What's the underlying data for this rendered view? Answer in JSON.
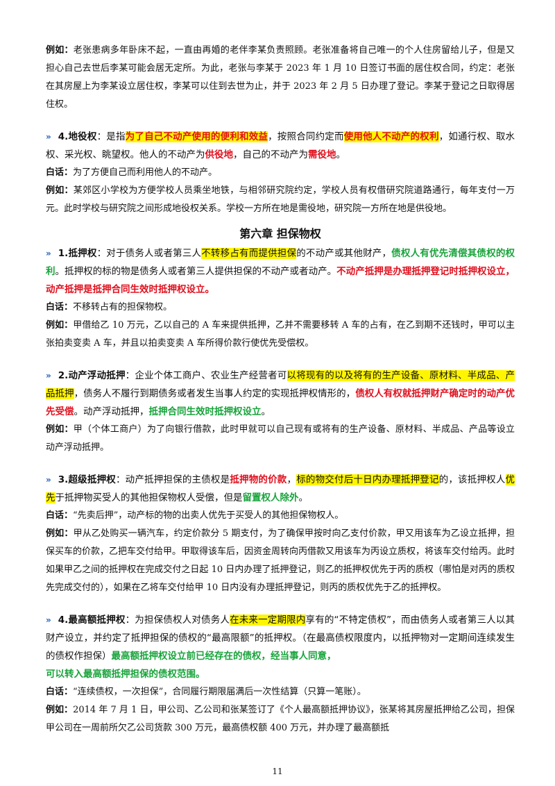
{
  "ex_label": "例如：",
  "bai_label": "白话：",
  "arrow": "»",
  "top_example": "老张患病多年卧床不起，一直由再婚的老伴李某负责照顾。老张准备将自己唯一的个人住房留给儿子，但是又担心自己去世后李某可能会居无定所。为此，老张与李某于 2023 年 1 月 10 日签订书面的居住权合同，约定：老张在其房屋上为李某设立居住权，李某可以住到去世为止，并于 2023 年 2 月 5 日办理了登记。李某于登记之日取得居住权。",
  "s4": {
    "title": "4.地役权",
    "t1": "：是指",
    "h1": "为了自己不动产使用的便利和效益",
    "t2": "，按照合同约定而",
    "h2": "使用他人不动产的权利",
    "t3": "，如通行权、取水权、采光权、眺望权。他人的不动产为",
    "r1": "供役地",
    "t4": "，自己的不动产为",
    "r2": "需役地",
    "t5": "。",
    "bai": "为了方便自己而利用他人的不动产。",
    "ex": "某郊区小学校为方便学校人员乘坐地铁，与相邻研究院约定，学校人员有权借研究院道路通行，每年支付一万元。此时学校与研究院之间形成地役权关系。学校一方所在地是需役地，研究院一方所在地是供役地。"
  },
  "chapter": "第六章 担保物权",
  "c1": {
    "title": "1.抵押权",
    "t1": "：对于债务人或者第三人",
    "h1": "不转移占有而提供担保",
    "t2": "的不动产或其他财产，",
    "g1": "债权人有优先清偿其债权的权利",
    "t3": "。抵押权的标的物是债务人或者第三人提供担保的不动产或者动产。",
    "r1": "不动产抵押是办理抵押登记时抵押权设立，动产抵押是抵押合同生效时抵押权设立。",
    "bai": "不移转占有的担保物权。",
    "ex": "甲借给乙 10 万元，乙以自己的 A 车来提供抵押，乙并不需要移转 A 车的占有，在乙到期不还钱时，甲可以主张拍卖变卖 A 车，并且以拍卖变卖 A 车所得价款行使优先受偿权。"
  },
  "c2": {
    "title": "2.动产浮动抵押",
    "t1": "：企业个体工商户、农业生产经营者可",
    "h1": "以将现有的以及将有的生产设备、原材料、半成品、产品抵押",
    "t2": "，债务人不履行到期债务或者发生当事人约定的实现抵押权情形的，",
    "r1": "债权人有权就抵押财产确定时的动产优先受偿",
    "t3": "。动产浮动抵押，",
    "g1": "抵押合同生效时抵押权设立",
    "t4": "。",
    "ex": "甲（个体工商户）为了向银行借款，此时甲就可以自己现有或将有的生产设备、原材料、半成品、产品等设立动产浮动抵押。"
  },
  "c3": {
    "title": "3.超级抵押权",
    "t1": "：动产抵押担保的主债权是",
    "r1": "抵押物的价款",
    "t2": "，",
    "h1": "标的物交付后十日内办理抵押登记",
    "t3": "的，该抵押权人",
    "h2": "优先",
    "t4": "于抵押物买受人的其他担保物权人受偿，但是",
    "g1": "留置权人除外",
    "t5": "。",
    "bai": "“先卖后押”，动产标的物的出卖人优先于买受人的其他担保物权人。",
    "ex": "甲从乙处购买一辆汽车，约定价款分 5 期支付，为了确保甲按时向乙支付价款，甲又用该车为乙设立抵押，担保买车的价款，乙把车交付给甲。甲取得该车后，因资金周转向丙借款又用该车为丙设立质权，将该车交付给丙。此时如果甲乙之间的抵押权在完成交付之日起 10 日内办理了抵押登记，则乙的抵押权优先于丙的质权（哪怕是对丙的质权先完成交付的），如果在乙将车交付给甲 10 日内没有办理抵押登记，则丙的质权优先于乙的抵押权。"
  },
  "c4": {
    "title": "4.最高额抵押权",
    "t1": "：为担保债权人对债务人",
    "h1": "在未来一定期限内",
    "t2": "享有的“不特定债权”，而由债务人或者第三人以其财产设立，并约定了抵押担保的债权的“最高限额”的抵押权。（在最高债权限度内，以抵押物对一定期间连续发生的债权作担保）",
    "g1": "最高额抵押权设立前已经存在的债权，经当事人同意，",
    "g2": "可以转入最高额抵押担保的债权范围。",
    "bai": "“连续债权，一次担保”，合同履行期限届满后一次性结算（只算一笔账）。",
    "ex": "2014 年 7 月 1 日，甲公司、乙公司和张某签订了《个人最高额抵押协议》，张某将其房屋抵押给乙公司，担保甲公司在一周前所欠乙公司货款 300 万元，最高债权额 400 万元，并办理了最高额抵"
  },
  "page_number": "11"
}
